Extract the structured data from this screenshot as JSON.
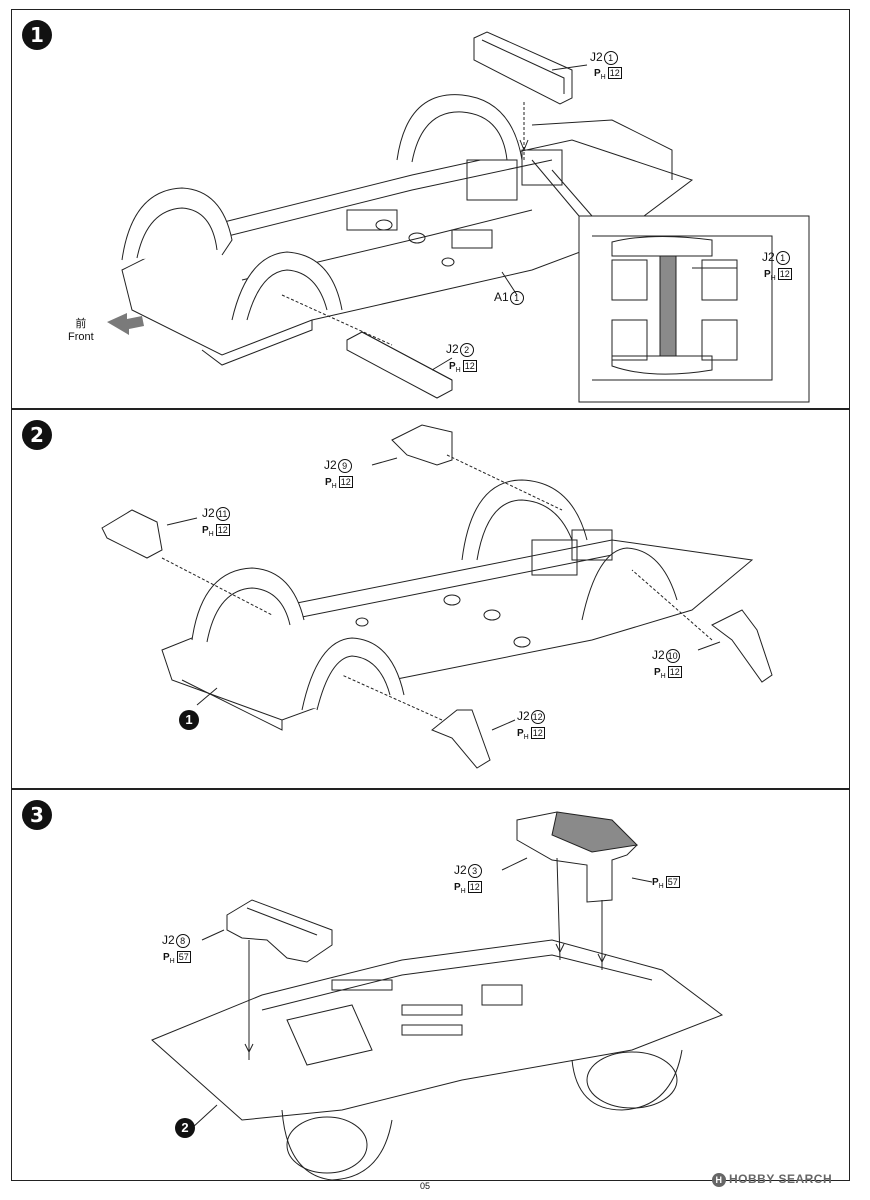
{
  "steps": [
    {
      "number": "1",
      "front": {
        "jp": "前",
        "en": "Front"
      },
      "parts": [
        {
          "part": "J2",
          "num": "1",
          "paint": "P",
          "paint_sub": "H",
          "paint_code": "12"
        },
        {
          "part": "A1",
          "num": "1"
        },
        {
          "part": "J2",
          "num": "2",
          "paint": "P",
          "paint_sub": "H",
          "paint_code": "12"
        },
        {
          "part": "J2",
          "num": "1",
          "paint": "P",
          "paint_sub": "H",
          "paint_code": "12"
        }
      ]
    },
    {
      "number": "2",
      "ref_step": "1",
      "parts": [
        {
          "part": "J2",
          "num": "9",
          "paint": "P",
          "paint_sub": "H",
          "paint_code": "12"
        },
        {
          "part": "J2",
          "num": "11",
          "paint": "P",
          "paint_sub": "H",
          "paint_code": "12"
        },
        {
          "part": "J2",
          "num": "10",
          "paint": "P",
          "paint_sub": "H",
          "paint_code": "12"
        },
        {
          "part": "J2",
          "num": "12",
          "paint": "P",
          "paint_sub": "H",
          "paint_code": "12"
        }
      ]
    },
    {
      "number": "3",
      "ref_step": "2",
      "parts": [
        {
          "part": "J2",
          "num": "3",
          "paint": "P",
          "paint_sub": "H",
          "paint_code": "12"
        },
        {
          "part": "",
          "num": "",
          "paint": "P",
          "paint_sub": "H",
          "paint_code": "57"
        },
        {
          "part": "J2",
          "num": "8",
          "paint": "P",
          "paint_sub": "H",
          "paint_code": "57"
        }
      ]
    }
  ],
  "page_number": "05",
  "watermark": {
    "logo": "H",
    "text": "HOBBY SEARCH"
  },
  "colors": {
    "line": "#222222",
    "shade": "#8a8a8a",
    "arrow": "#7a7a7a"
  }
}
